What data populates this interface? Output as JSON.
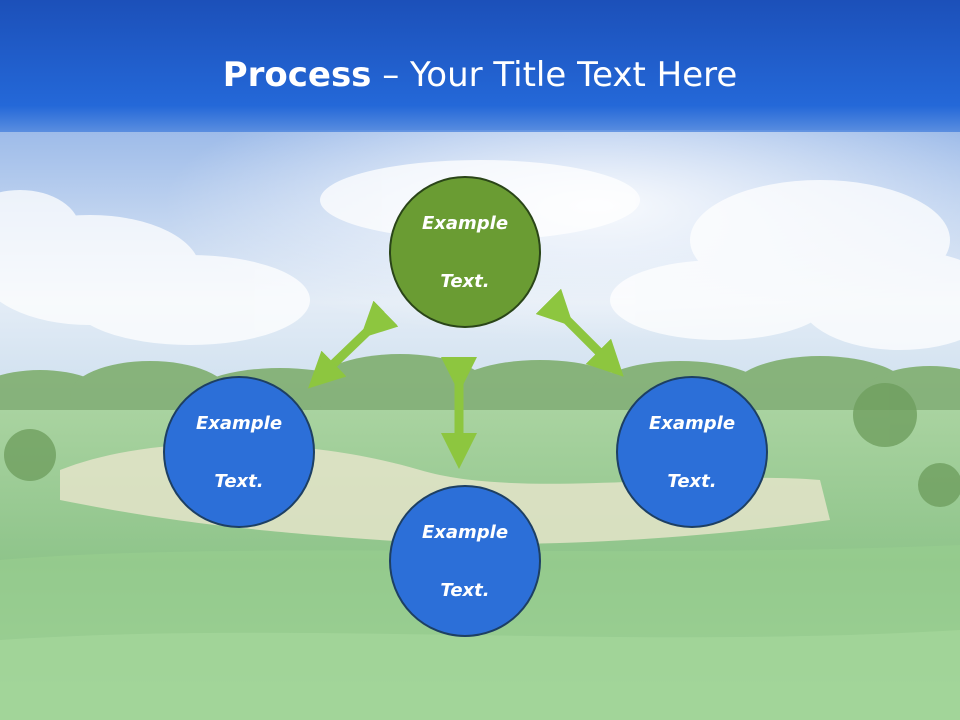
{
  "title": {
    "bold": "Process",
    "rest": " – Your Title Text Here"
  },
  "nodes": {
    "top": {
      "line1": "Example",
      "line2": "Text."
    },
    "left": {
      "line1": "Example",
      "line2": "Text."
    },
    "right": {
      "line1": "Example",
      "line2": "Text."
    },
    "bottom": {
      "line1": "Example",
      "line2": "Text."
    }
  },
  "colors": {
    "title_bar": "#1e5fd0",
    "node_blue": "#2c6fd8",
    "node_green": "#6a9c33",
    "arrow": "#8dc63f",
    "sky": "#9fbfe8",
    "grass": "#8fc48a"
  }
}
